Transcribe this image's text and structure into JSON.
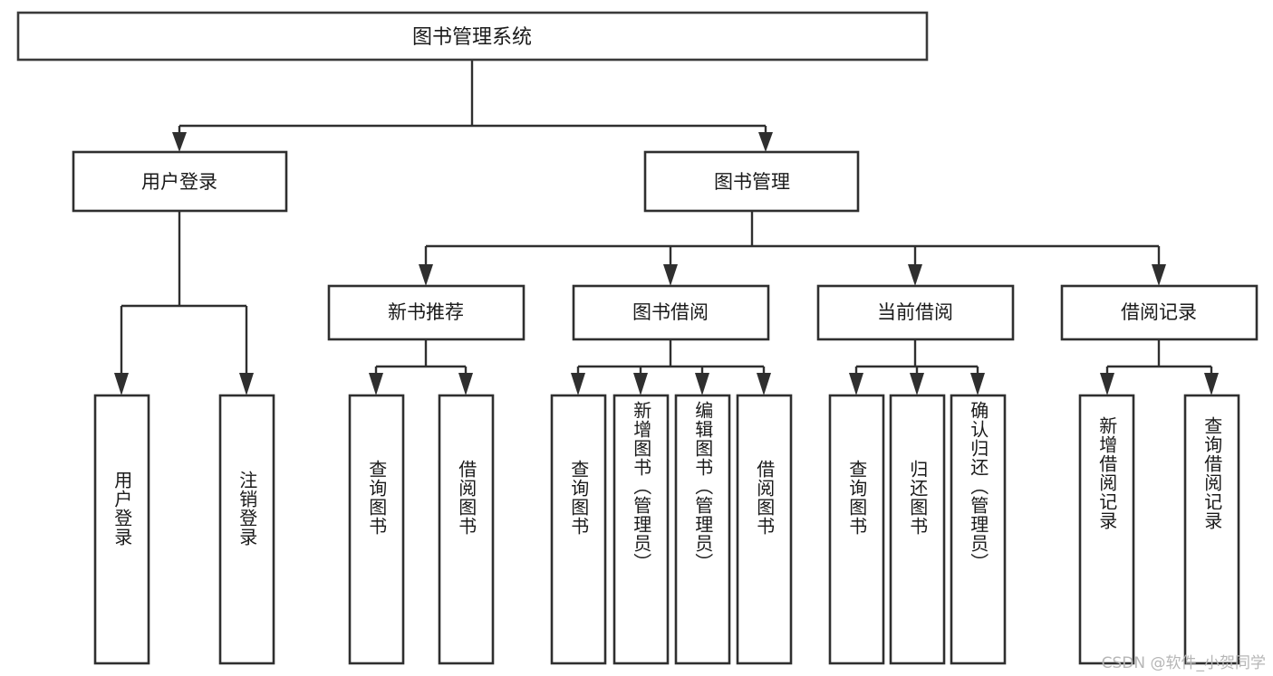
{
  "diagram": {
    "type": "tree",
    "title": "图书管理系统",
    "watermark": "CSDN @软件_小贺同学",
    "colors": {
      "box_stroke": "#2f2f2f",
      "box_fill": "#ffffff",
      "connector": "#2f2f2f",
      "text": "#1a1a1a",
      "watermark": "#b6b6b6",
      "background": "#ffffff"
    },
    "root": {
      "label": "图书管理系统"
    },
    "level2": [
      {
        "label": "用户登录"
      },
      {
        "label": "图书管理"
      }
    ],
    "level3": [
      {
        "label": "新书推荐"
      },
      {
        "label": "图书借阅"
      },
      {
        "label": "当前借阅"
      },
      {
        "label": "借阅记录"
      }
    ],
    "leaves": {
      "user_login": [
        {
          "label": "用户登录"
        },
        {
          "label": "注销登录"
        }
      ],
      "new_book_recommend": [
        {
          "label": "查询图书"
        },
        {
          "label": "借阅图书"
        }
      ],
      "book_borrow": [
        {
          "label": "查询图书"
        },
        {
          "label": "新增图书（管理员）"
        },
        {
          "label": "编辑图书（管理员）"
        },
        {
          "label": "借阅图书"
        }
      ],
      "current_borrow": [
        {
          "label": "查询图书"
        },
        {
          "label": "归还图书"
        },
        {
          "label": "确认归还（管理员）"
        }
      ],
      "borrow_record": [
        {
          "label": "新增借阅记录"
        },
        {
          "label": "查询借阅记录"
        }
      ]
    }
  }
}
